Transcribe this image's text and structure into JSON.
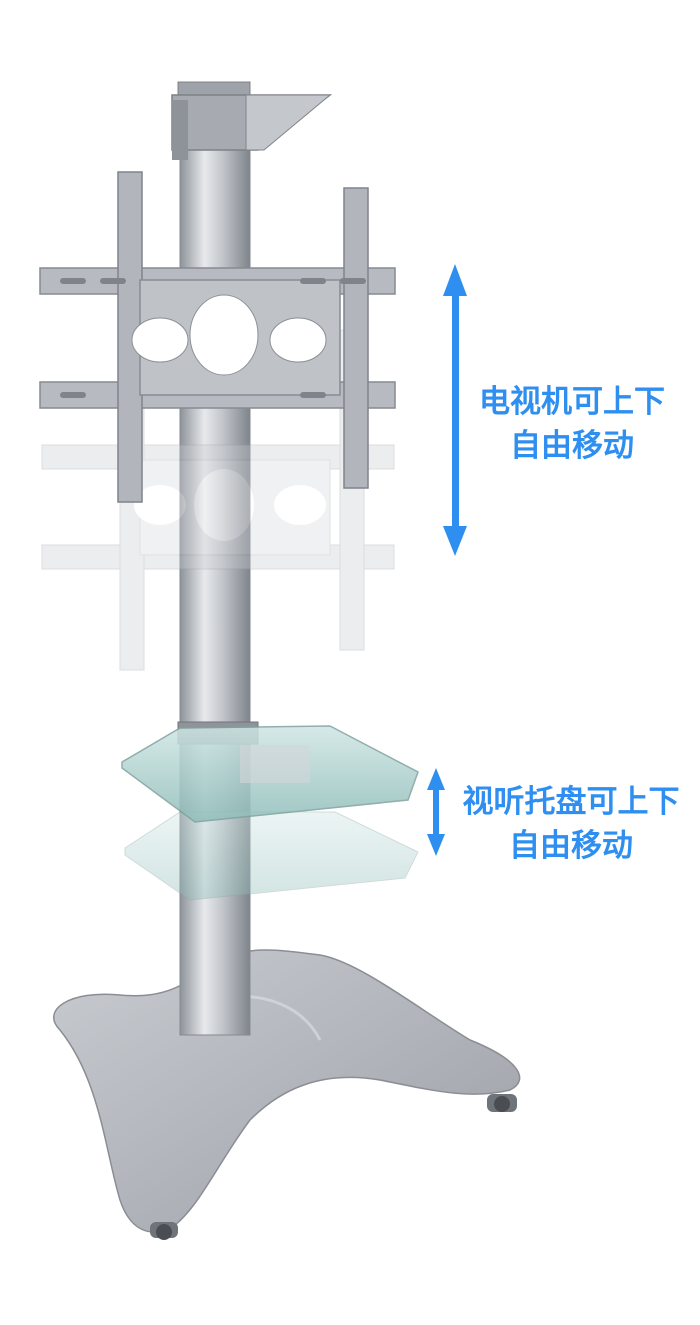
{
  "colors": {
    "accent": "#2f8ff0",
    "pole": "#b8bcc2",
    "metal": "#aeb2b8",
    "glass": "#9ec9c6"
  },
  "callouts": {
    "tv_mount": {
      "line1": "电视机可上下",
      "line2": "自由移动"
    },
    "av_shelf": {
      "line1": "视听托盘可上下",
      "line2": "自由移动"
    }
  }
}
